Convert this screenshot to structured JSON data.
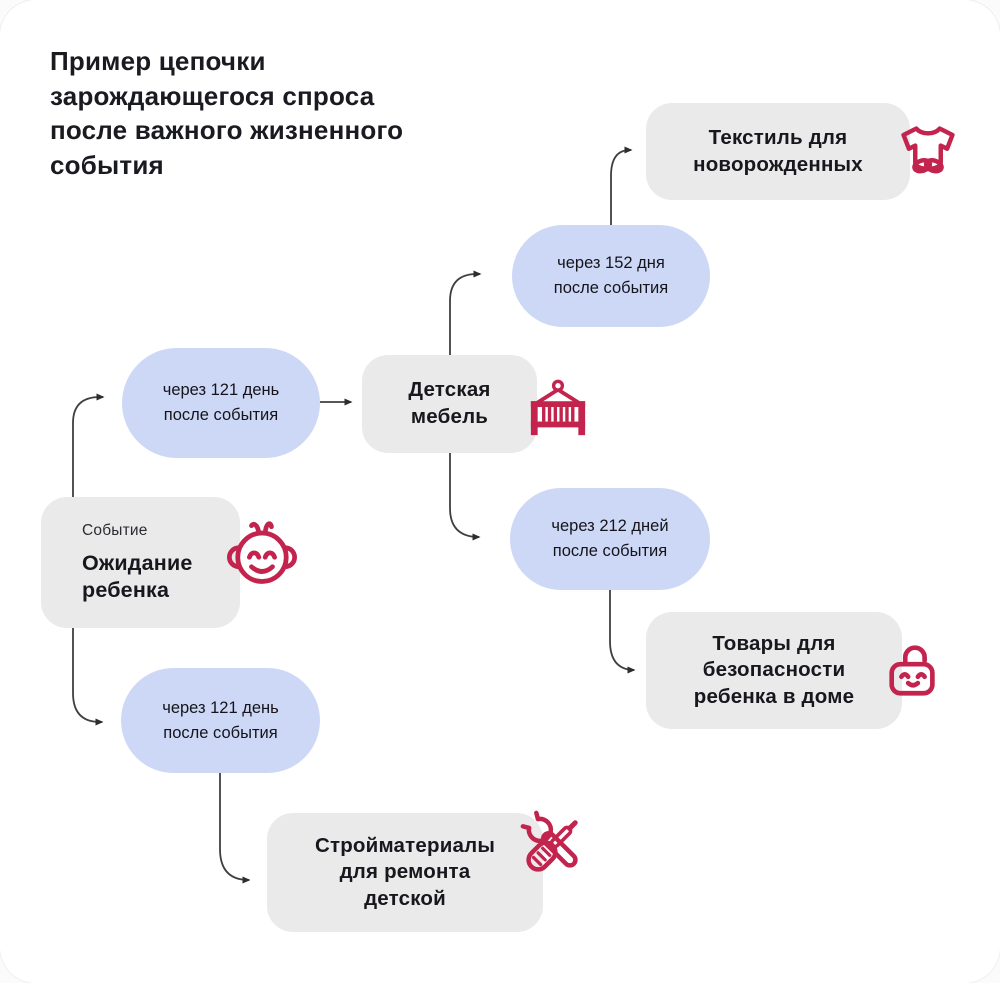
{
  "title": "Пример цепочки\nзарождающегося спроса\nпосле важного жизненного\nсобытия",
  "colors": {
    "accent_crimson": "#C2244E",
    "pill_blue": "#CDD8F6",
    "box_gray": "#EAEAEA",
    "text_dark": "#1A1A21",
    "connector": "#3F3F3F"
  },
  "diagram": {
    "event": {
      "tag": "Событие",
      "label": "Ожидание\nребенка",
      "icon": "baby-face-icon"
    },
    "delays": [
      {
        "id": "delay-121-top",
        "label": "через 121 день\nпосле события"
      },
      {
        "id": "delay-152",
        "label": "через 152 дня\nпосле события"
      },
      {
        "id": "delay-212",
        "label": "через 212 дней\nпосле события"
      },
      {
        "id": "delay-121-bottom",
        "label": "через 121 день\nпосле события"
      }
    ],
    "categories": [
      {
        "id": "furniture",
        "label": "Детская\nмебель",
        "icon": "crib-icon"
      },
      {
        "id": "textile",
        "label": "Текстиль для\nноворожденных",
        "icon": "onesie-icon"
      },
      {
        "id": "safety",
        "label": "Товары для\nбезопасности\nребенка в доме",
        "icon": "lock-icon"
      },
      {
        "id": "materials",
        "label": "Стройматериалы\nдля ремонта\nдетской",
        "icon": "tools-icon"
      }
    ],
    "edges": [
      {
        "from": "event",
        "to": "delay-121-top"
      },
      {
        "from": "delay-121-top",
        "to": "furniture"
      },
      {
        "from": "furniture",
        "to": "delay-152"
      },
      {
        "from": "delay-152",
        "to": "textile"
      },
      {
        "from": "furniture",
        "to": "delay-212"
      },
      {
        "from": "delay-212",
        "to": "safety"
      },
      {
        "from": "event",
        "to": "delay-121-bottom"
      },
      {
        "from": "delay-121-bottom",
        "to": "materials"
      }
    ]
  }
}
